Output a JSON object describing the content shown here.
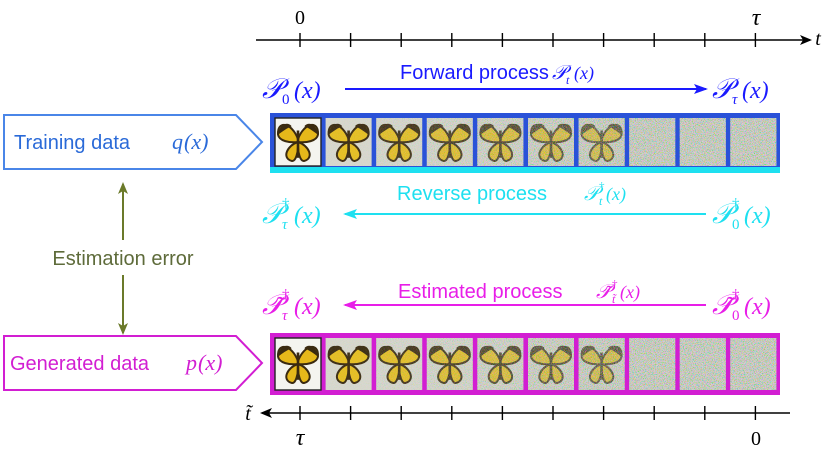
{
  "colors": {
    "forward": "#1a1aff",
    "reverse": "#1ee0f0",
    "estimated": "#e81ee8",
    "training_box": "#4a86e8",
    "generated_box": "#d21ed2",
    "error_arrow": "#6b7a2a",
    "error_text": "#5e6b3a",
    "axis": "#000000"
  },
  "top_axis": {
    "var": "t",
    "start_label": "0",
    "end_label": "τ"
  },
  "bottom_axis": {
    "var": "t̃",
    "start_label": "τ",
    "end_label": "0"
  },
  "forward": {
    "label": "Forward process",
    "left": {
      "sym": "𝒫",
      "sub": "0",
      "arg": "(x)"
    },
    "mid": {
      "sym": "𝒫",
      "sub": "t",
      "arg": "(x)"
    },
    "right": {
      "sym": "𝒫",
      "sub": "τ",
      "arg": "(x)"
    }
  },
  "reverse": {
    "label": "Reverse process",
    "left": {
      "sym": "𝒫",
      "sup": "†",
      "sub": "τ",
      "arg": "(x)"
    },
    "mid": {
      "sym": "𝒫",
      "sup": "†",
      "sub": "t",
      "arg": "(x)"
    },
    "right": {
      "sym": "𝒫",
      "sup": "†",
      "sub": "0",
      "arg": "(x)"
    }
  },
  "estimated": {
    "label": "Estimated process",
    "left": {
      "sym": "𝒫̃",
      "sup": "†",
      "sub": "τ",
      "arg": "(x)"
    },
    "mid": {
      "sym": "𝒫̃",
      "sup": "†",
      "sub": "t̃",
      "arg": "(x)"
    },
    "right": {
      "sym": "𝒫̃",
      "sup": "†",
      "sub": "0",
      "arg": "(x)"
    }
  },
  "training": {
    "label": "Training data",
    "fn": "q",
    "arg": "(x)"
  },
  "generated": {
    "label": "Generated data",
    "fn": "p",
    "arg": "(x)"
  },
  "error": {
    "label": "Estimation error"
  },
  "noise_levels": [
    0.0,
    0.12,
    0.3,
    0.48,
    0.66,
    0.82,
    0.93,
    1.0,
    1.0,
    1.0
  ]
}
